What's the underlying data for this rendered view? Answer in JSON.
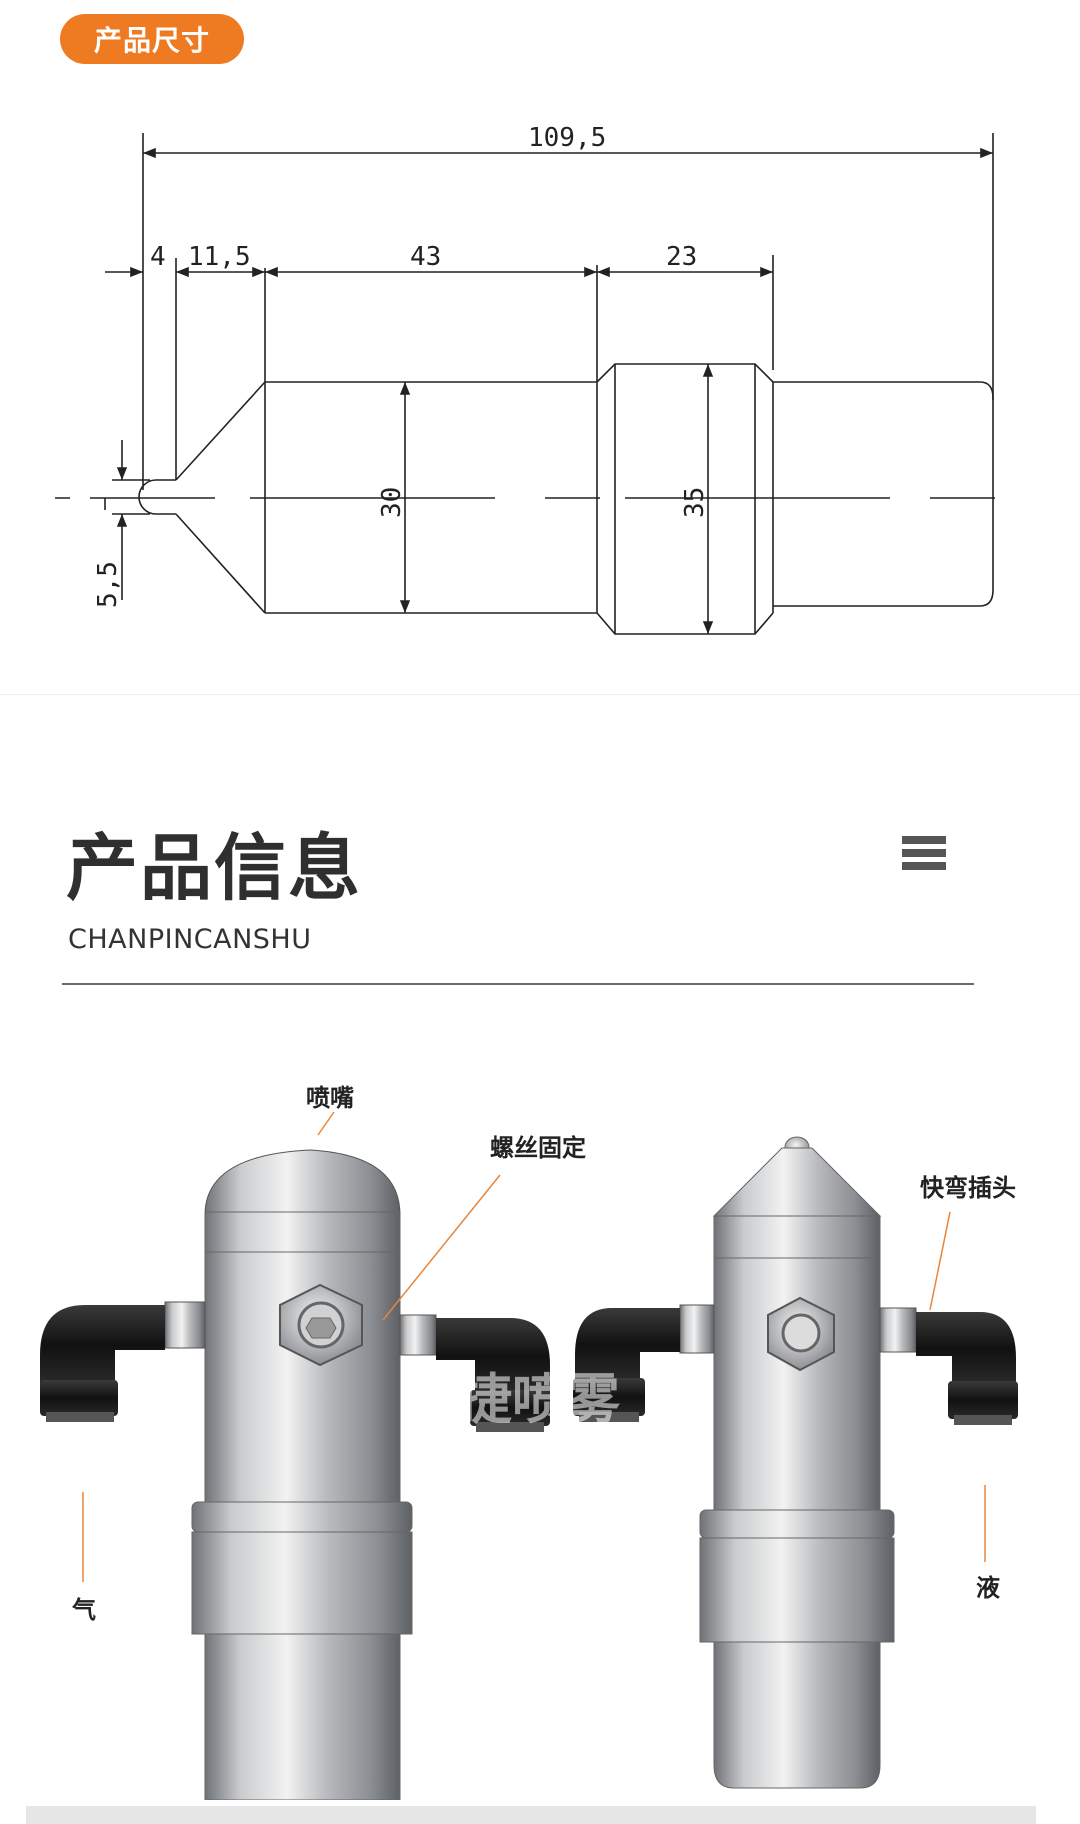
{
  "header": {
    "badge_label": "产品尺寸"
  },
  "drawing": {
    "dimensions": {
      "total_length": "109,5",
      "tip_length": "4",
      "cone_length": "11,5",
      "body_length": "43",
      "collar_length": "23",
      "tip_diameter": "5,5",
      "body_diameter": "30",
      "collar_diameter": "35"
    },
    "line_color": "#222222"
  },
  "info": {
    "title": "产品信息",
    "subtitle": "CHANPINCANSHU",
    "menu_icon": "menu-icon"
  },
  "photo": {
    "labels": {
      "nozzle": "喷嘴",
      "screw_fixed": "螺丝固定",
      "quick_elbow": "快弯插头",
      "gas": "气",
      "liquid": "液"
    },
    "watermark": "捷喷雾",
    "leader_color": "#e8863a"
  },
  "colors": {
    "accent": "#ee7b22",
    "title": "#2f2f2f",
    "rule": "#6a6a6a"
  }
}
